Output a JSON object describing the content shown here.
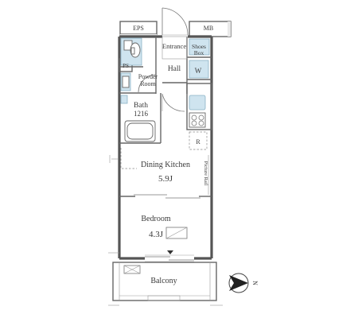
{
  "rooms": {
    "eps": "EPS",
    "mb": "MB",
    "entrance": "Entrance",
    "shoes_box_line1": "Shoes",
    "shoes_box_line2": "Box",
    "hall": "Hall",
    "ps": "PS",
    "powder_line1": "Powder",
    "powder_line2": "Room",
    "washer": "W",
    "bath": "Bath",
    "bath_size": "1216",
    "fridge": "R",
    "dining": "Dining Kitchen",
    "dining_size": "5.9J",
    "picture_rail": "Picture Rail",
    "bedroom": "Bedroom",
    "bedroom_size": "4.3J",
    "balcony": "Balcony"
  },
  "compass": {
    "label": "N"
  }
}
